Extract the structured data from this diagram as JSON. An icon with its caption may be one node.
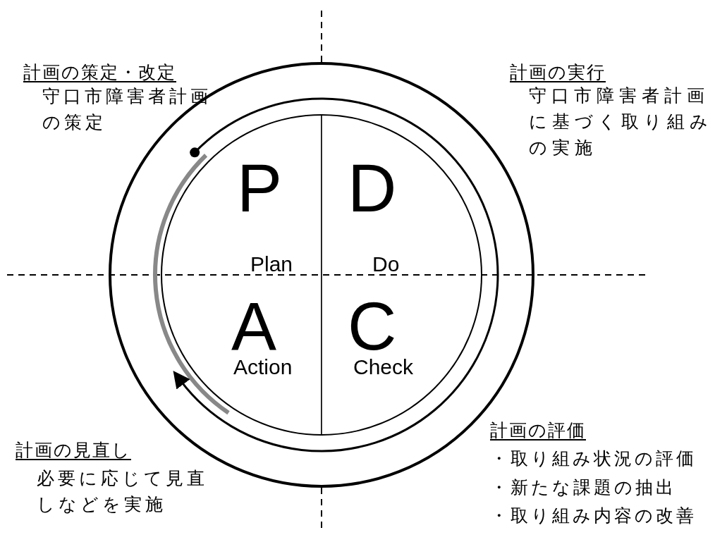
{
  "diagram": {
    "nodes": [
      {
        "text": [],
        "shape": "circle"
      },
      {
        "text": [],
        "shape": "circle",
        "in": 0
      },
      {
        "text": [
          "P",
          "Plan"
        ],
        "in": 1
      },
      {
        "text": [
          "D",
          "Do"
        ],
        "in": 1
      },
      {
        "text": [
          "A",
          "Action"
        ],
        "in": 1
      },
      {
        "text": [
          "C",
          "Check"
        ],
        "in": 1
      }
    ],
    "labels": [
      "計画の策定・改定",
      "守口市障害者計画の策定",
      "計画の実行",
      "守口市障害者計画に基づく取り組みの実施",
      "計画の見直し",
      "必要に応じて見直しなどを実施",
      "計画の評価",
      "・取り組み状況の評価",
      "・新たな課題の抽出",
      "・取り組み内容の改善"
    ]
  }
}
